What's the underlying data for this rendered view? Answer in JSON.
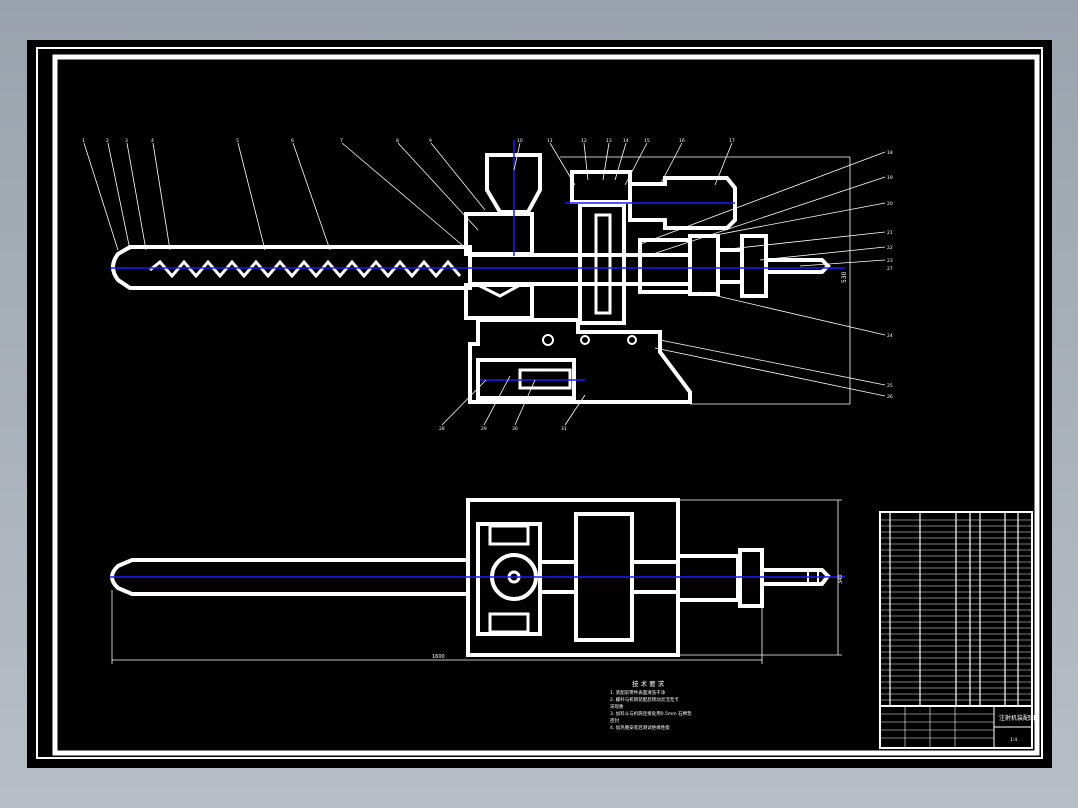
{
  "drawing": {
    "colors": {
      "background": "#000000",
      "outline": "#ffffff",
      "centerline": "#1a1aff",
      "page": "#9aa3ad"
    },
    "callouts_top": [
      "1",
      "2",
      "3",
      "4",
      "5",
      "6",
      "7",
      "8",
      "9",
      "10",
      "11",
      "12",
      "13",
      "14",
      "15",
      "16",
      "17"
    ],
    "callouts_right": [
      "18",
      "19",
      "20",
      "21",
      "22",
      "23",
      "24",
      "25",
      "26",
      "27"
    ],
    "callouts_bottom": [
      "28",
      "29",
      "30",
      "31"
    ],
    "dimension_height_side": "530",
    "dimension_length_plan": "1600",
    "dimension_height_plan": "340",
    "technical_requirements": {
      "title": "技 术 要 求",
      "items": [
        "1. 装配前零件表面清洗干净",
        "2. 螺杆与机筒装配后转动灵活无卡",
        "   滞现象",
        "3. 加料斗与机筒连接处用0.5mm 石棉垫",
        "   密封",
        "4. 加热圈安装后测试绝缘性能"
      ]
    },
    "title_block": {
      "drawing_name": "注射机装配图",
      "scale": "1:4"
    }
  }
}
